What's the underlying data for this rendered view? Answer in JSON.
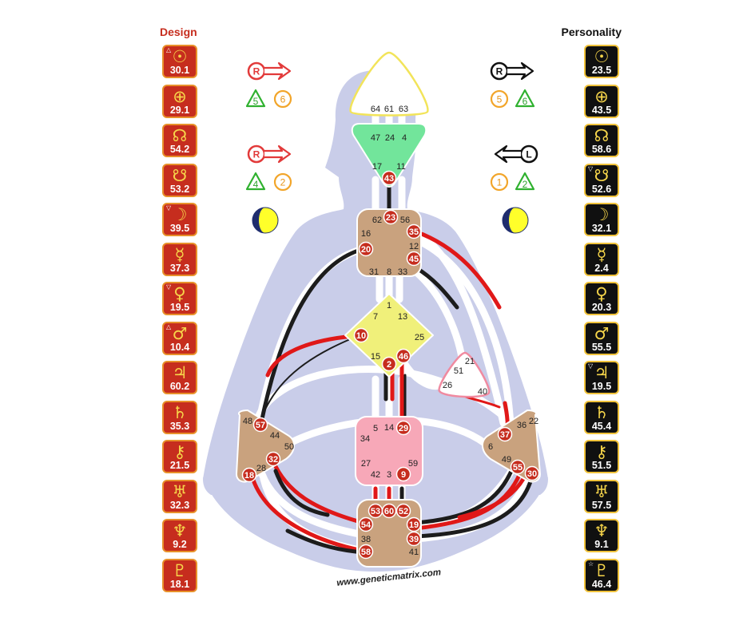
{
  "columns": {
    "design_title": "Design",
    "personality_title": "Personality"
  },
  "colors": {
    "design_red": "#c62d1e",
    "design_border": "#e8912a",
    "personality_black": "#101010",
    "personality_border": "#f0c23a",
    "glyph_yellow": "#f6d54a"
  },
  "design": [
    {
      "planet": "sun",
      "glyph": "☉",
      "value": "30.1",
      "mark": "△"
    },
    {
      "planet": "earth",
      "glyph": "⊕",
      "value": "29.1",
      "mark": ""
    },
    {
      "planet": "north-node",
      "glyph": "☊",
      "value": "54.2",
      "mark": ""
    },
    {
      "planet": "south-node",
      "glyph": "☋",
      "value": "53.2",
      "mark": ""
    },
    {
      "planet": "moon",
      "glyph": "☽",
      "value": "39.5",
      "mark": "▽"
    },
    {
      "planet": "mercury",
      "glyph": "☿",
      "value": "37.3",
      "mark": ""
    },
    {
      "planet": "venus",
      "glyph": "♀",
      "value": "19.5",
      "mark": "▽"
    },
    {
      "planet": "mars",
      "glyph": "♂",
      "value": "10.4",
      "mark": "△"
    },
    {
      "planet": "jupiter",
      "glyph": "♃",
      "value": "60.2",
      "mark": ""
    },
    {
      "planet": "saturn",
      "glyph": "♄",
      "value": "35.3",
      "mark": ""
    },
    {
      "planet": "chiron",
      "glyph": "⚷",
      "value": "21.5",
      "mark": ""
    },
    {
      "planet": "uranus",
      "glyph": "♅",
      "value": "32.3",
      "mark": ""
    },
    {
      "planet": "neptune",
      "glyph": "♆",
      "value": "9.2",
      "mark": ""
    },
    {
      "planet": "pluto",
      "glyph": "♇",
      "value": "18.1",
      "mark": ""
    }
  ],
  "personality": [
    {
      "planet": "sun",
      "glyph": "☉",
      "value": "23.5",
      "mark": ""
    },
    {
      "planet": "earth",
      "glyph": "⊕",
      "value": "43.5",
      "mark": ""
    },
    {
      "planet": "north-node",
      "glyph": "☊",
      "value": "58.6",
      "mark": ""
    },
    {
      "planet": "south-node",
      "glyph": "☋",
      "value": "52.6",
      "mark": "▽"
    },
    {
      "planet": "moon",
      "glyph": "☽",
      "value": "32.1",
      "mark": ""
    },
    {
      "planet": "mercury",
      "glyph": "☿",
      "value": "2.4",
      "mark": ""
    },
    {
      "planet": "venus",
      "glyph": "♀",
      "value": "20.3",
      "mark": ""
    },
    {
      "planet": "mars",
      "glyph": "♂",
      "value": "55.5",
      "mark": ""
    },
    {
      "planet": "jupiter",
      "glyph": "♃",
      "value": "19.5",
      "mark": "▽"
    },
    {
      "planet": "saturn",
      "glyph": "♄",
      "value": "45.4",
      "mark": ""
    },
    {
      "planet": "chiron",
      "glyph": "⚷",
      "value": "51.5",
      "mark": ""
    },
    {
      "planet": "uranus",
      "glyph": "♅",
      "value": "57.5",
      "mark": ""
    },
    {
      "planet": "neptune",
      "glyph": "♆",
      "value": "9.1",
      "mark": ""
    },
    {
      "planet": "pluto",
      "glyph": "♇",
      "value": "46.4",
      "mark": "☆"
    }
  ],
  "variables": {
    "design": {
      "top_arrow_letter": "R",
      "top_numbers": [
        "5",
        "6"
      ],
      "bottom_arrow_letter": "R",
      "bottom_numbers": [
        "4",
        "2"
      ]
    },
    "personality": {
      "top_arrow_letter": "R",
      "top_numbers": [
        "5",
        "6"
      ],
      "bottom_arrow_letter": "L",
      "bottom_numbers": [
        "1",
        "2"
      ]
    }
  },
  "centers": {
    "head": {
      "gates": [
        "64",
        "61",
        "63"
      ]
    },
    "ajna": {
      "gates": [
        "47",
        "24",
        "4",
        "17",
        "11",
        "43"
      ]
    },
    "throat": {
      "gates": [
        "62",
        "23",
        "56",
        "16",
        "35",
        "20",
        "12",
        "45",
        "31",
        "8",
        "33"
      ]
    },
    "g": {
      "gates": [
        "1",
        "7",
        "13",
        "10",
        "25",
        "15",
        "46",
        "2"
      ]
    },
    "heart": {
      "gates": [
        "21",
        "51",
        "26",
        "40"
      ]
    },
    "spleen": {
      "gates": [
        "48",
        "57",
        "44",
        "50",
        "32",
        "28",
        "18"
      ]
    },
    "sacral": {
      "gates": [
        "5",
        "14",
        "29",
        "34",
        "27",
        "59",
        "42",
        "3",
        "9"
      ]
    },
    "solar_plexus": {
      "gates": [
        "22",
        "36",
        "37",
        "6",
        "49",
        "55",
        "30"
      ]
    },
    "root": {
      "gates": [
        "53",
        "60",
        "52",
        "54",
        "19",
        "38",
        "39",
        "58",
        "41"
      ]
    }
  },
  "footer": "www.geneticmatrix.com"
}
